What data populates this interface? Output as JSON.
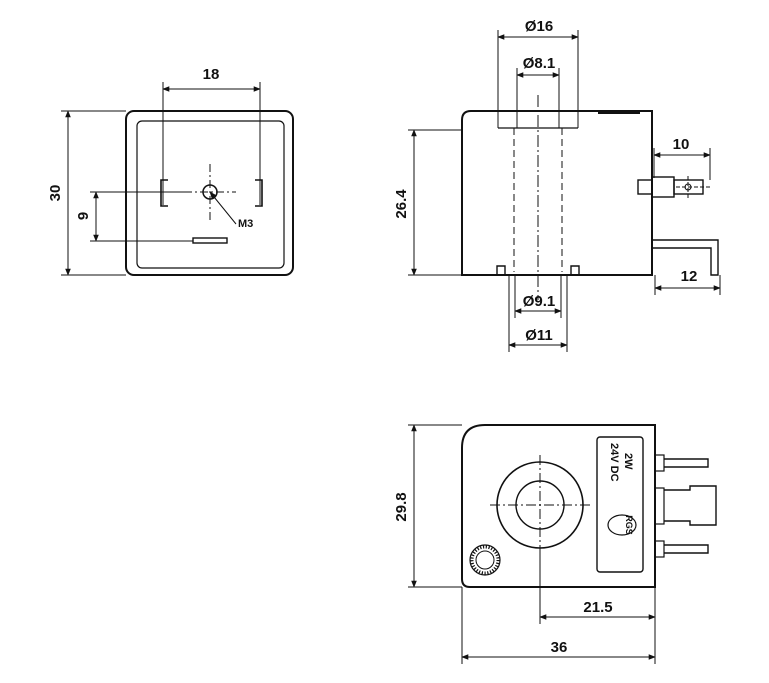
{
  "front_view": {
    "dim_width": "18",
    "dim_height": "30",
    "dim_offset": "9",
    "thread_label": "M3"
  },
  "side_view": {
    "dim_outer_top": "Ø16",
    "dim_inner_top": "Ø8.1",
    "dim_height": "26.4",
    "dim_pin_length": "10",
    "dim_tab_length": "12",
    "dim_inner_bottom": "Ø9.1",
    "dim_outer_bottom": "Ø11"
  },
  "bottom_view": {
    "dim_height": "29.8",
    "dim_offset": "21.5",
    "dim_width": "36",
    "label_voltage": "24V DC",
    "label_power": "2W",
    "brand": "RGS"
  },
  "colors": {
    "line": "#111111",
    "background": "#ffffff"
  }
}
